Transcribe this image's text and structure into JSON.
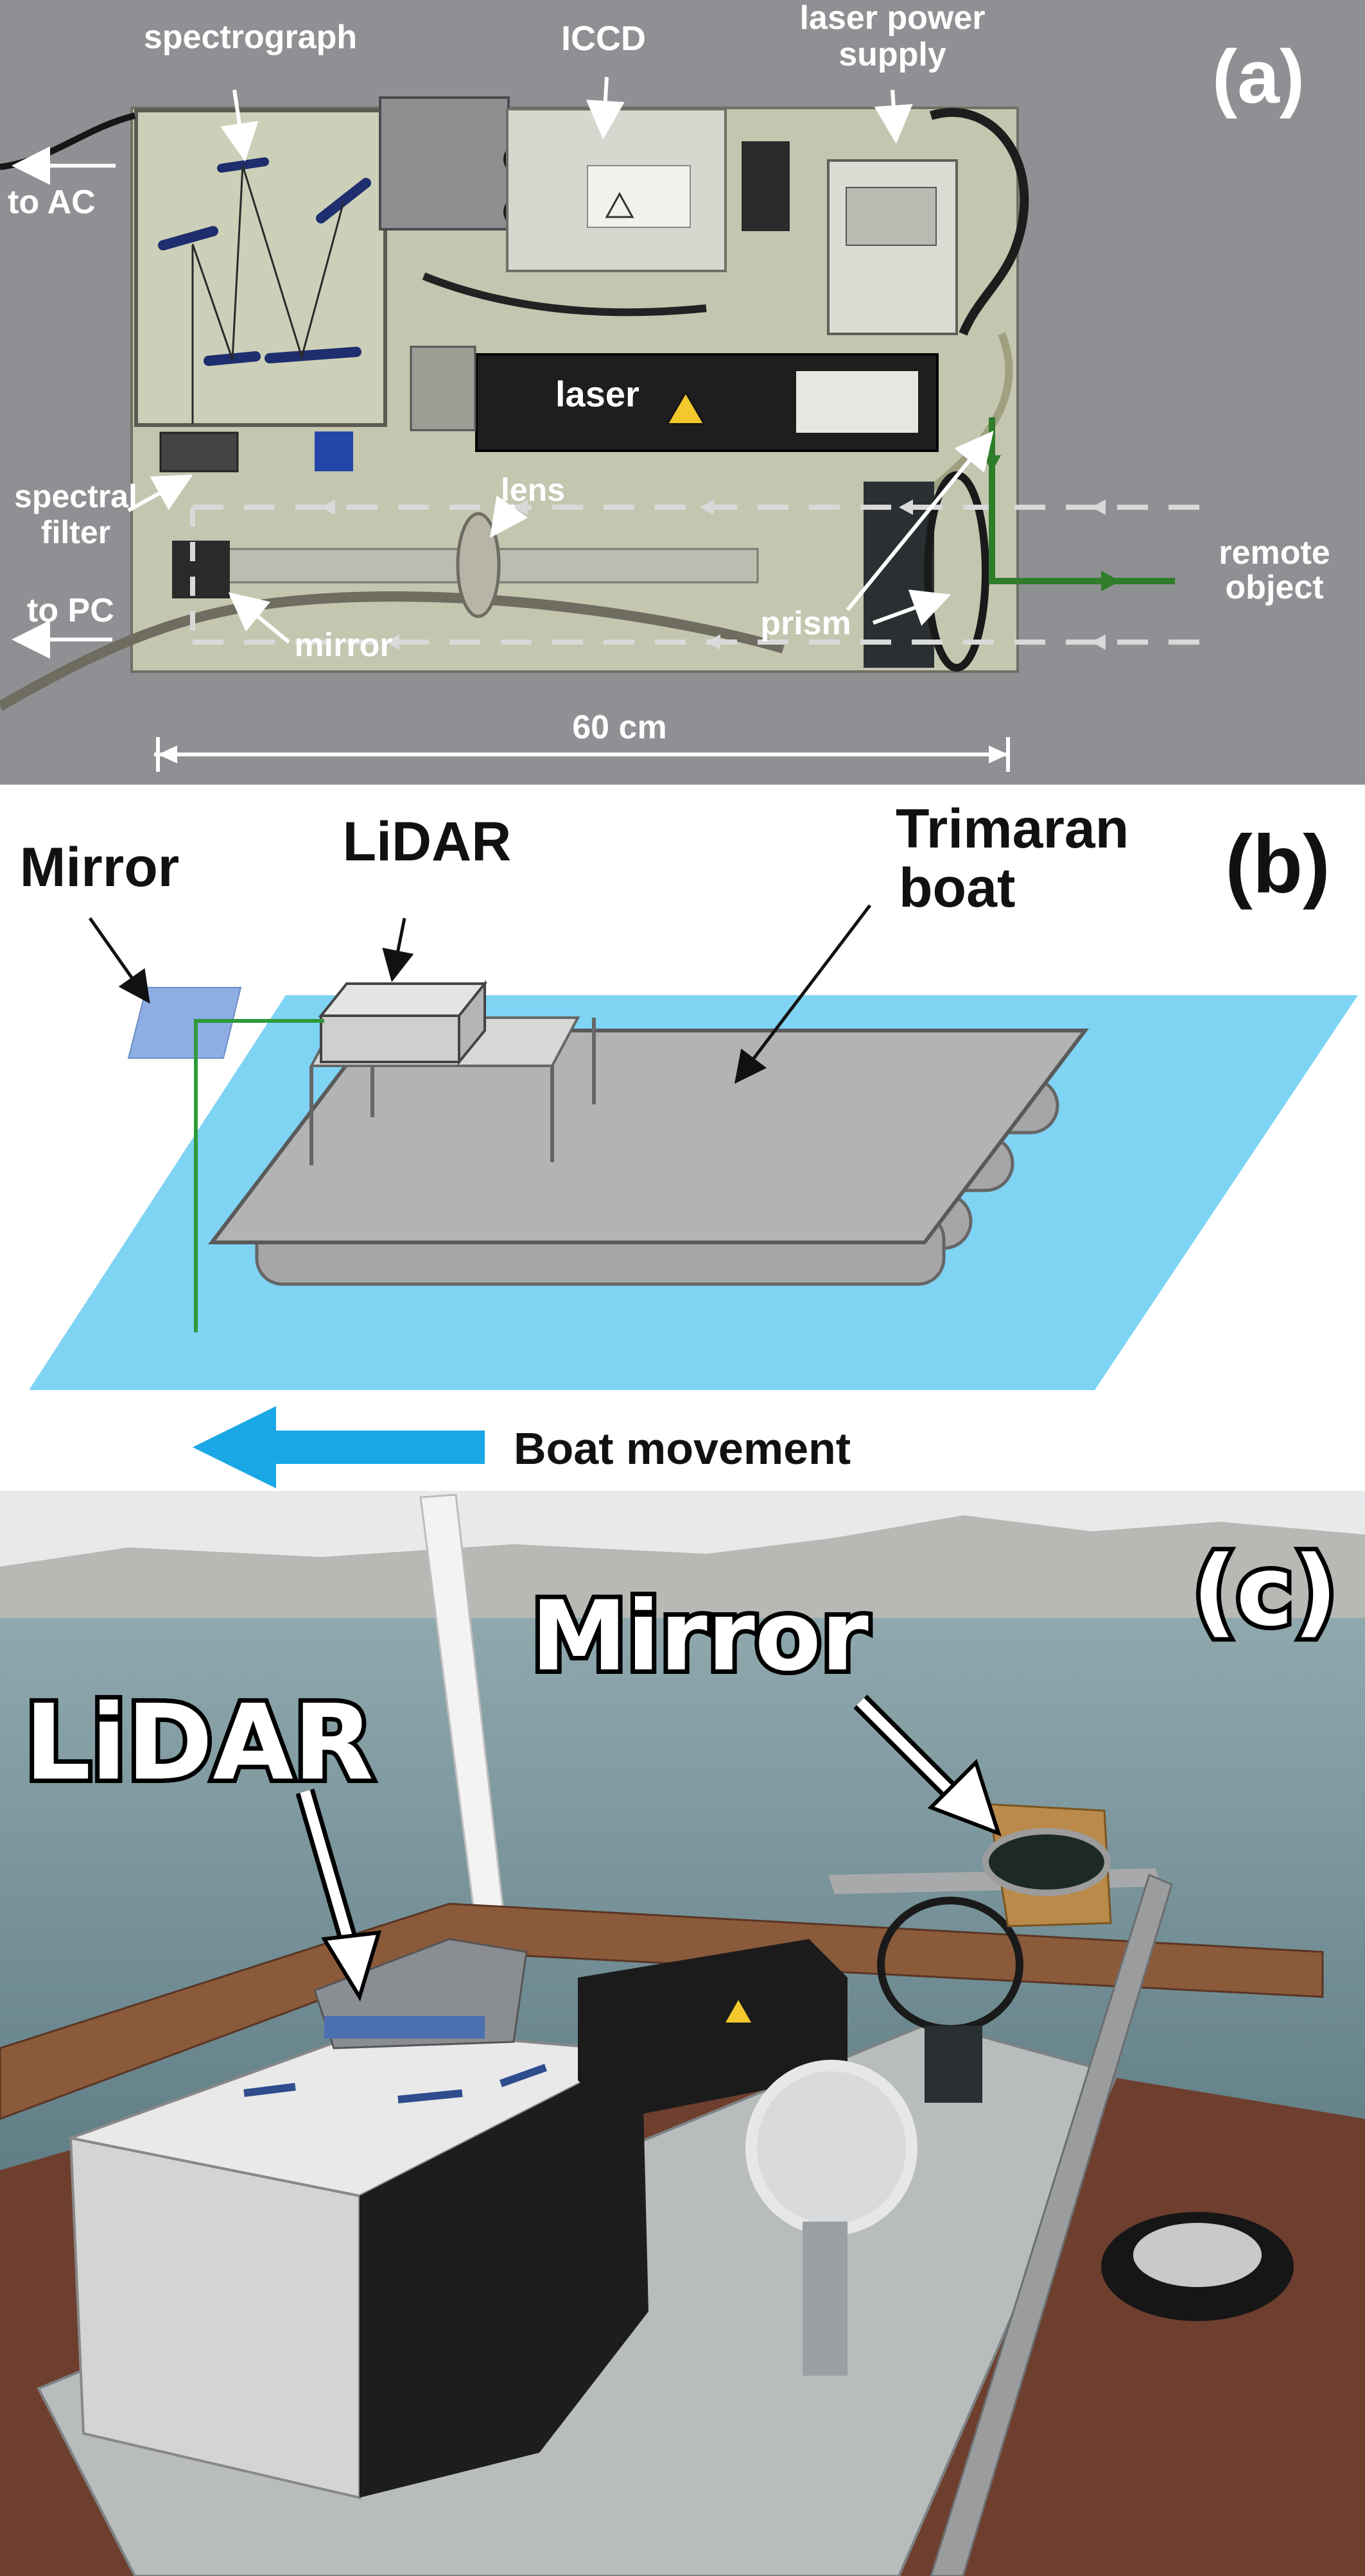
{
  "panel_a": {
    "tag": "(a)",
    "labels": {
      "spectrograph": "spectrograph",
      "iccd": "ICCD",
      "laser_power_supply_1": "laser power",
      "laser_power_supply_2": "supply",
      "to_ac": "to AC",
      "laser": "laser",
      "spectral_filter_1": "spectral",
      "spectral_filter_2": "filter",
      "lens": "lens",
      "to_pc": "to PC",
      "mirror": "mirror",
      "prism": "prism",
      "remote_object_1": "remote",
      "remote_object_2": "object",
      "scale": "60 cm"
    },
    "colors": {
      "background": "#8f9093",
      "baseplate": "#c4c6b0",
      "beam": "#2f7d2a"
    }
  },
  "panel_b": {
    "tag": "(b)",
    "labels": {
      "mirror": "Mirror",
      "lidar": "LiDAR",
      "boat_1": "Trimaran",
      "boat_2": "boat",
      "movement": "Boat movement"
    },
    "colors": {
      "water": "#7fd3f3",
      "boat": "#b3b3b3",
      "mirror": "#8eaee3",
      "beam": "#2e9a3a",
      "arrow": "#1aa7e6"
    }
  },
  "panel_c": {
    "tag": "(c)",
    "labels": {
      "lidar": "LiDAR",
      "mirror": "Mirror"
    },
    "colors": {
      "sky": "#dfe2e3",
      "sea": "#5d7c86",
      "deck": "#6e3f2e"
    }
  }
}
